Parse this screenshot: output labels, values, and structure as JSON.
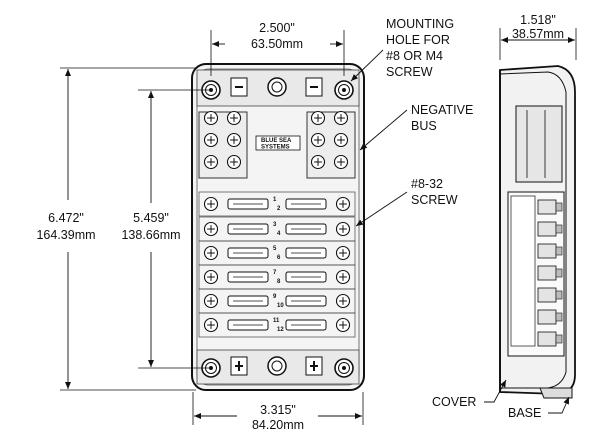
{
  "dimensions": {
    "top_width": {
      "inch": "2.500\"",
      "mm": "63.50mm"
    },
    "side_depth": {
      "inch": "1.518\"",
      "mm": "38.57mm"
    },
    "overall_height": {
      "inch": "6.472\"",
      "mm": "164.39mm"
    },
    "hole_spacing": {
      "inch": "5.459\"",
      "mm": "138.66mm"
    },
    "base_width": {
      "inch": "3.315\"",
      "mm": "84.20mm"
    }
  },
  "callouts": {
    "mounting_hole": [
      "MOUNTING",
      "HOLE FOR",
      "#8 OR M4",
      "SCREW"
    ],
    "negative_bus": [
      "NEGATIVE",
      "BUS"
    ],
    "screw": [
      "#8-32",
      "SCREW"
    ],
    "cover": "COVER",
    "base": "BASE"
  },
  "fuse_numbers": [
    "1",
    "2",
    "3",
    "4",
    "5",
    "6",
    "7",
    "8",
    "9",
    "10",
    "11",
    "12"
  ],
  "logo_text": [
    "BLUE SEA",
    "SYSTEMS"
  ]
}
